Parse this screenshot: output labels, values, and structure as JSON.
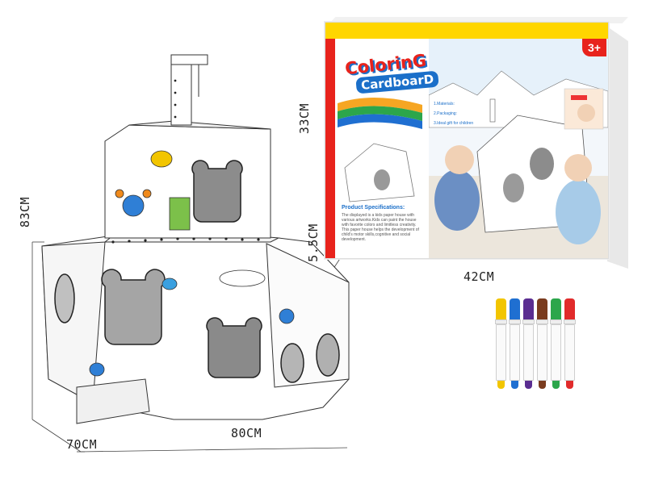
{
  "dimensions": {
    "height_product": "83CM",
    "width_product": "80CM",
    "depth_product": "70CM",
    "box_height": "33CM",
    "box_width": "42CM",
    "box_depth": "5.5CM"
  },
  "box": {
    "logo_line1": "ColorinG",
    "logo_line2": "CardboarD",
    "age_badge": "3+",
    "spec_title": "Product Specifications:",
    "spec_text": "The displayed is a kids paper house with various artworks.Kids can paint the house with favorite colors and limitless creativity. This paper house helps the development of child's motor skills,cognitive and social development.",
    "features": [
      "1.Materials:",
      "2.Packaging:",
      "3.Ideal gift for children"
    ]
  },
  "markers": {
    "colors": [
      "#f2c500",
      "#1f6fd1",
      "#5a2d91",
      "#7a3b1e",
      "#2ca64b",
      "#e12b2b"
    ]
  },
  "colors": {
    "accent_red": "#e8231c",
    "accent_yellow": "#ffd600",
    "accent_blue": "#1b6fc9"
  }
}
